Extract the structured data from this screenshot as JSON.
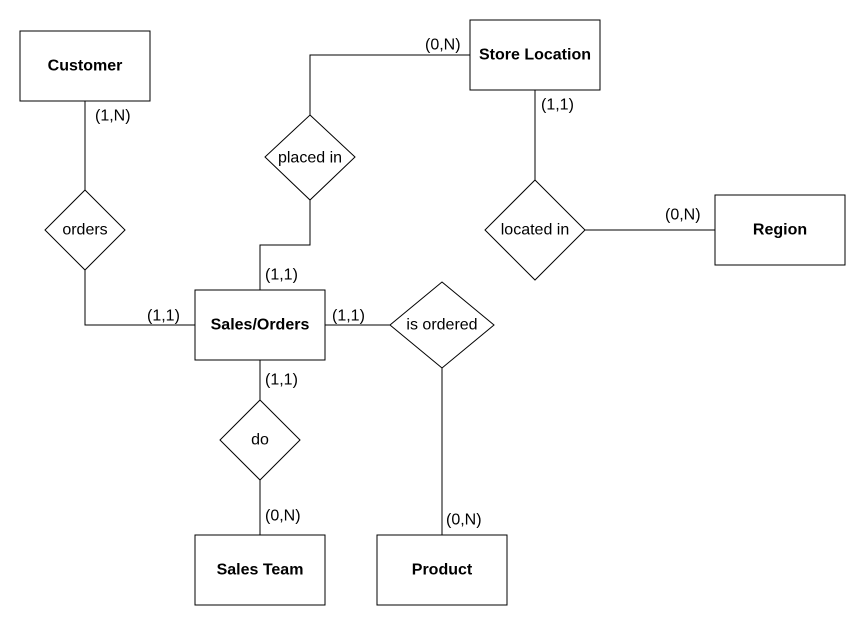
{
  "entities": {
    "customer": "Customer",
    "store_location": "Store Location",
    "region": "Region",
    "sales_orders": "Sales/Orders",
    "sales_team": "Sales Team",
    "product": "Product"
  },
  "relationships": {
    "orders": "orders",
    "placed_in": "placed in",
    "located_in": "located in",
    "is_ordered": "is ordered",
    "do": "do"
  },
  "cardinalities": {
    "customer_orders": "(1,N)",
    "orders_sales": "(1,1)",
    "store_placed": "(0,N)",
    "placed_sales": "(1,1)",
    "store_located": "(1,1)",
    "region_located": "(0,N)",
    "sales_is_ordered": "(1,1)",
    "product_is_ordered": "(0,N)",
    "sales_do": "(1,1)",
    "team_do": "(0,N)"
  },
  "connections": [
    {
      "from": "Customer",
      "via": "orders",
      "to": "Sales/Orders"
    },
    {
      "from": "Store Location",
      "via": "placed in",
      "to": "Sales/Orders"
    },
    {
      "from": "Store Location",
      "via": "located in",
      "to": "Region"
    },
    {
      "from": "Sales/Orders",
      "via": "is ordered",
      "to": "Product"
    },
    {
      "from": "Sales/Orders",
      "via": "do",
      "to": "Sales Team"
    }
  ]
}
